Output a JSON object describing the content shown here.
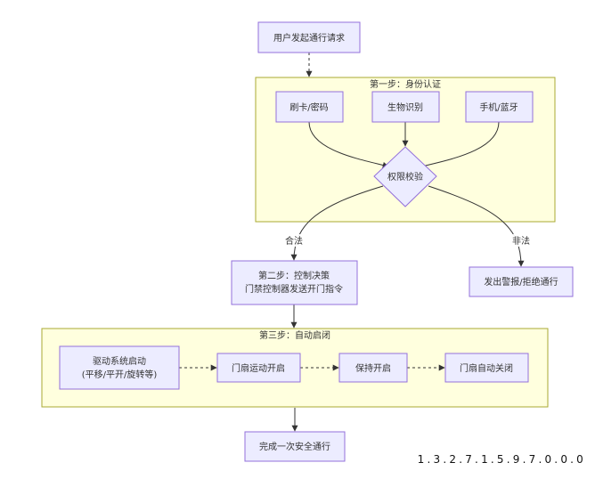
{
  "nodes": {
    "start": "用户发起通行请求",
    "card": "刷卡/密码",
    "bio": "生物识别",
    "phone": "手机/蓝牙",
    "check": "权限校验",
    "step2_line1": "第二步：控制决策",
    "step2_line2": "门禁控制器发送开门指令",
    "alarm": "发出警报/拒绝通行",
    "drive_line1": "驱动系统启动",
    "drive_line2": "(平移/平开/旋转等)",
    "open": "门扇运动开启",
    "hold": "保持开启",
    "close": "门扇自动关闭",
    "done": "完成一次安全通行"
  },
  "clusters": {
    "step1": "第一步：身份认证",
    "step3": "第三步：自动启闭"
  },
  "edge_labels": {
    "legal": "合法",
    "illegal": "非法"
  },
  "watermark": "1.3.2.7.1.5.9.7.0.0.0",
  "colors": {
    "node_fill": "#ECECFF",
    "node_stroke": "#9370DB",
    "cluster_fill": "#ffffde",
    "cluster_stroke": "#aaaa33",
    "edge": "#333333"
  }
}
